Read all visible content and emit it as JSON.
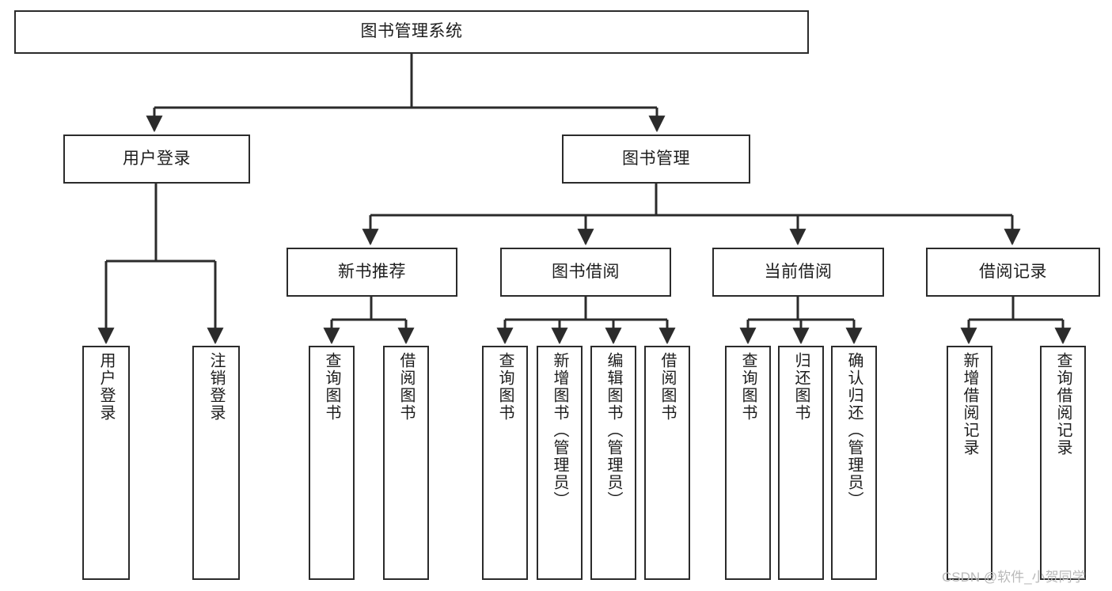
{
  "diagram": {
    "title": "图书管理系统",
    "type": "hierarchy-tree",
    "orientation": "top-down",
    "colors": {
      "box_border": "#2b2b2b",
      "box_fill": "#ffffff",
      "edge": "#2b2b2b",
      "text": "#1d1d1d",
      "watermark": "#b9b9b9"
    },
    "levels": [
      {
        "level": 1,
        "nodes": [
          {
            "id": "root",
            "label": "图书管理系统",
            "orientation": "horizontal"
          }
        ]
      },
      {
        "level": 2,
        "nodes": [
          {
            "id": "user-login",
            "label": "用户登录",
            "orientation": "horizontal"
          },
          {
            "id": "book-manage",
            "label": "图书管理",
            "orientation": "horizontal"
          }
        ]
      },
      {
        "level": 3,
        "nodes": [
          {
            "id": "new-book-recommend",
            "label": "新书推荐",
            "orientation": "horizontal"
          },
          {
            "id": "book-borrow",
            "label": "图书借阅",
            "orientation": "horizontal"
          },
          {
            "id": "current-borrow",
            "label": "当前借阅",
            "orientation": "horizontal"
          },
          {
            "id": "borrow-record",
            "label": "借阅记录",
            "orientation": "horizontal"
          }
        ]
      },
      {
        "level": 4,
        "nodes": [
          {
            "id": "leaf-user-login",
            "label": "用户登录",
            "orientation": "vertical",
            "parent": "user-login"
          },
          {
            "id": "leaf-user-logout",
            "label": "注销登录",
            "orientation": "vertical",
            "parent": "user-login"
          },
          {
            "id": "leaf-query-book-1",
            "label": "查询图书",
            "orientation": "vertical",
            "parent": "new-book-recommend"
          },
          {
            "id": "leaf-borrow-book-1",
            "label": "借阅图书",
            "orientation": "vertical",
            "parent": "new-book-recommend"
          },
          {
            "id": "leaf-query-book-2",
            "label": "查询图书",
            "orientation": "vertical",
            "parent": "book-borrow"
          },
          {
            "id": "leaf-add-book",
            "label": "新增图书（管理员）",
            "orientation": "vertical",
            "parent": "book-borrow"
          },
          {
            "id": "leaf-edit-book",
            "label": "编辑图书（管理员）",
            "orientation": "vertical",
            "parent": "book-borrow"
          },
          {
            "id": "leaf-borrow-book-2",
            "label": "借阅图书",
            "orientation": "vertical",
            "parent": "book-borrow"
          },
          {
            "id": "leaf-query-book-3",
            "label": "查询图书",
            "orientation": "vertical",
            "parent": "current-borrow"
          },
          {
            "id": "leaf-return-book",
            "label": "归还图书",
            "orientation": "vertical",
            "parent": "current-borrow"
          },
          {
            "id": "leaf-confirm-return",
            "label": "确认归还（管理员）",
            "orientation": "vertical",
            "parent": "current-borrow"
          },
          {
            "id": "leaf-add-record",
            "label": "新增借阅记录",
            "orientation": "vertical",
            "parent": "borrow-record"
          },
          {
            "id": "leaf-query-record",
            "label": "查询借阅记录",
            "orientation": "vertical",
            "parent": "borrow-record"
          }
        ]
      }
    ],
    "watermark": "CSDN @软件_小贺同学"
  }
}
